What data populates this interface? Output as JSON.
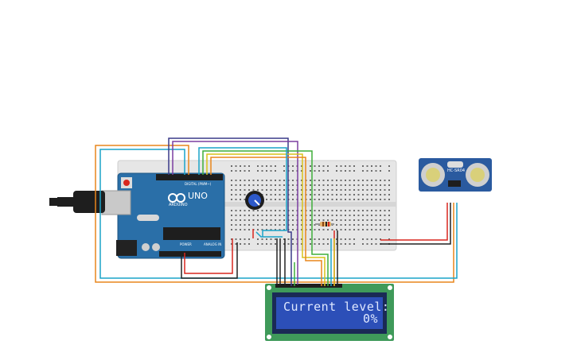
{
  "lcd": {
    "line1": "Current level:",
    "line2": "0%"
  },
  "arduino": {
    "brand": "ARDUINO",
    "model": "UNO",
    "digital_label": "DIGITAL (PWM~)",
    "analog_label": "ANALOG IN",
    "power_label": "POWER"
  },
  "sensor": {
    "model": "HC-SR04"
  },
  "colors": {
    "wire_orange": "#e8861c",
    "wire_cyan": "#1aa3c9",
    "wire_purple": "#7b3fa0",
    "wire_green": "#3fae3a",
    "wire_yellow": "#d9c21a",
    "wire_red": "#d8261e",
    "wire_black": "#222222",
    "arduino_blue": "#2a6fa8",
    "lcd_green": "#3f9a5a",
    "lcd_screen": "#2c4fb8",
    "breadboard": "#e6e6e6"
  }
}
